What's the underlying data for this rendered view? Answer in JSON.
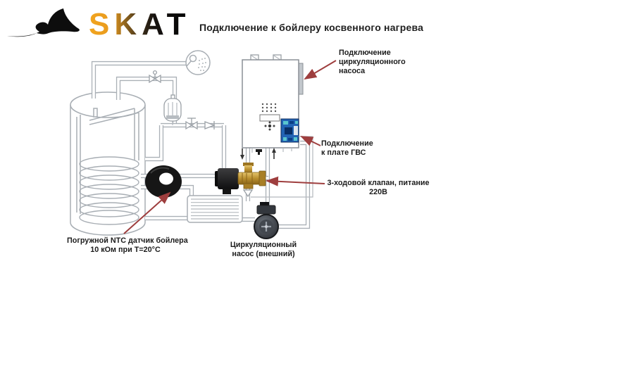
{
  "header": {
    "logo_text": "SKAT",
    "title": "Подключение к бойлеру косвенного нагрева"
  },
  "annotations": {
    "circ_pump_connection": {
      "line1": "Подключение",
      "line2": "циркуляционного",
      "line3": "насоса"
    },
    "dhw_board_connection": {
      "line1": "Подключение",
      "line2": "к плате ГВС"
    },
    "three_way_valve": {
      "line1": "3-ходовой клапан, питание",
      "line2": "220В"
    },
    "ntc_sensor": {
      "line1": "Погружной NTC датчик бойлера",
      "line2": "10 кОм при Т=20°С"
    },
    "external_pump": {
      "line1": "Циркуляционный",
      "line2": "насос (внешний)"
    }
  },
  "diagram": {
    "icons": [
      "stingray-icon",
      "shower-icon",
      "storage-tank",
      "heat-exchanger-coil",
      "expansion-tank",
      "shutoff-valve-icon",
      "gate-valve-icon",
      "check-valve-icon",
      "boiler-unit",
      "control-panel",
      "dhw-pcb",
      "three-way-valve",
      "valve-actuator",
      "radiator-loop",
      "circulation-pump",
      "ntc-sensor-ring",
      "flow-arrow-down",
      "flow-arrow-up",
      "annotation-arrow"
    ],
    "colors": {
      "annotation_arrow": "#9e3e3e",
      "pipe": "#aab0b6",
      "brass": "#c09a3e",
      "pcb_blue": "#2264b4",
      "logo_orange": "#F2A51E"
    }
  }
}
